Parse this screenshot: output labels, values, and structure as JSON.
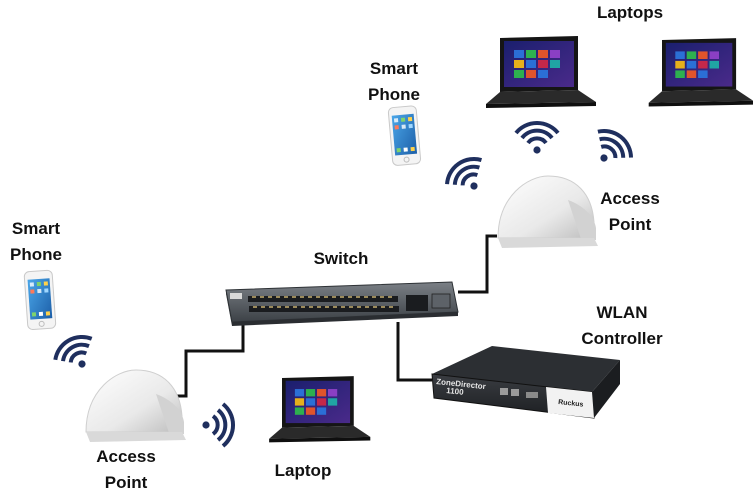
{
  "labels": {
    "laptops_top": "Laptops",
    "smart_phone_top": [
      "Smart",
      "Phone"
    ],
    "access_point_right": [
      "Access",
      "Point"
    ],
    "switch": "Switch",
    "wlan_controller": [
      "WLAN",
      "Controller"
    ],
    "smart_phone_left": [
      "Smart",
      "Phone"
    ],
    "access_point_left": [
      "Access",
      "Point"
    ],
    "laptop_bottom": "Laptop"
  },
  "device_text": {
    "controller_model": "ZoneDirector",
    "controller_number": "1100",
    "controller_brand": "Ruckus"
  },
  "icons": {
    "wifi": "wifi-signal-icon",
    "laptop": "laptop-icon",
    "phone": "smartphone-icon",
    "access_point": "access-point-icon",
    "switch": "network-switch-icon",
    "controller": "wlan-controller-icon"
  },
  "colors": {
    "wifi_signal": "#1f2f5e",
    "cables": "#111111",
    "screen_tile_blue": "#2b6fd6",
    "switch_body": "#4a4f55"
  }
}
